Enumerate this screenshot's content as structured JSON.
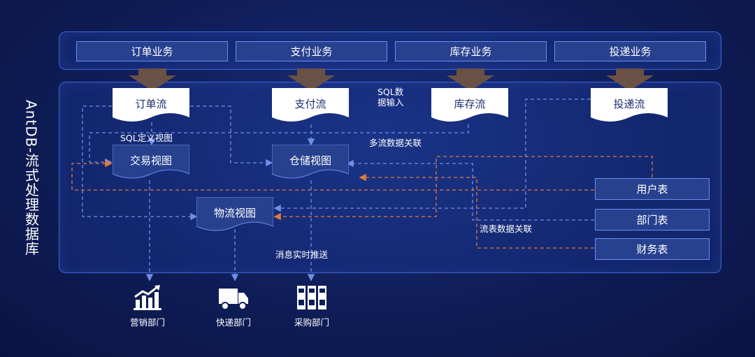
{
  "business": {
    "order": "订单业务",
    "payment": "支付业务",
    "inventory": "库存业务",
    "delivery": "投递业务"
  },
  "db_title": "AntDB-流式处理数据库",
  "streams": {
    "order": "订单流",
    "payment": "支付流",
    "inventory": "库存流",
    "delivery": "投递流"
  },
  "views": {
    "trade": "交易视图",
    "warehouse": "仓储视图",
    "logistics": "物流视图"
  },
  "tables": {
    "user": "用户表",
    "dept": "部门表",
    "finance": "财务表"
  },
  "labels": {
    "sql_input_1": "SQL数",
    "sql_input_2": "据输入",
    "sql_view": "SQL定义视图",
    "multi_stream": "多流数据关联",
    "stream_table": "流表数据关联",
    "push": "消息实时推送"
  },
  "departments": {
    "marketing": "营销部门",
    "express": "快递部门",
    "purchase": "采购部门"
  },
  "colors": {
    "dashed_blue": "#6f8fe6",
    "dashed_orange": "#e07a3a",
    "arrow_brown": "#6b5145",
    "box_fill": "#27418f"
  },
  "icons": {
    "marketing": "bar-chart-up-icon",
    "express": "truck-icon",
    "purchase": "binders-icon"
  }
}
